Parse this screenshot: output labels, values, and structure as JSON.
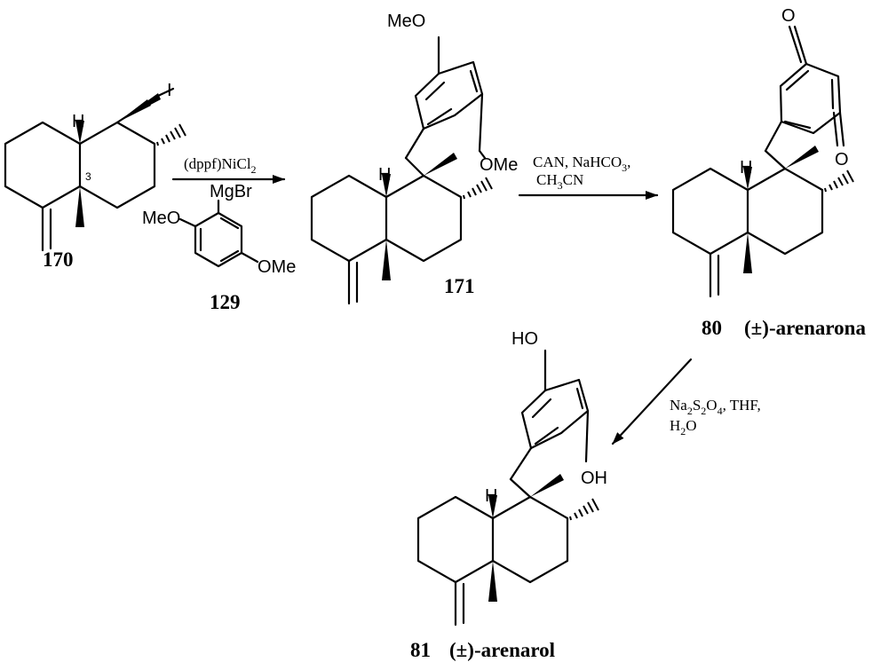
{
  "compounds": {
    "c170": {
      "number": "170",
      "atoms": {
        "H": "H",
        "I": "I",
        "locant": "3"
      }
    },
    "c129": {
      "number": "129",
      "atoms": {
        "MgBr": "MgBr",
        "MeO": "MeO",
        "OMe": "OMe"
      }
    },
    "c171": {
      "number": "171",
      "atoms": {
        "MeO": "MeO",
        "OMe": "OMe",
        "H": "H"
      }
    },
    "c80": {
      "number": "80",
      "name": "(±)-arenarona",
      "atoms": {
        "O_top": "O",
        "O_bottom": "O",
        "H": "H"
      }
    },
    "c81": {
      "number": "81",
      "name": "(±)-arenarol",
      "atoms": {
        "HO": "HO",
        "OH": "OH",
        "H": "H"
      }
    }
  },
  "reactions": {
    "step1": {
      "reagent": "(dppf)NiCl",
      "sub": "2"
    },
    "step2": {
      "line1_a": "CAN, NaHCO",
      "line1_sub": "3",
      "line1_b": ",",
      "line2_a": "CH",
      "line2_sub": "3",
      "line2_b": "CN"
    },
    "step3": {
      "line1_a": "Na",
      "s1": "2",
      "line1_b": "S",
      "s2": "2",
      "line1_c": "O",
      "s3": "4",
      "line1_d": ", THF,",
      "line2_a": "H",
      "line2_sub": "2",
      "line2_b": "O"
    }
  }
}
